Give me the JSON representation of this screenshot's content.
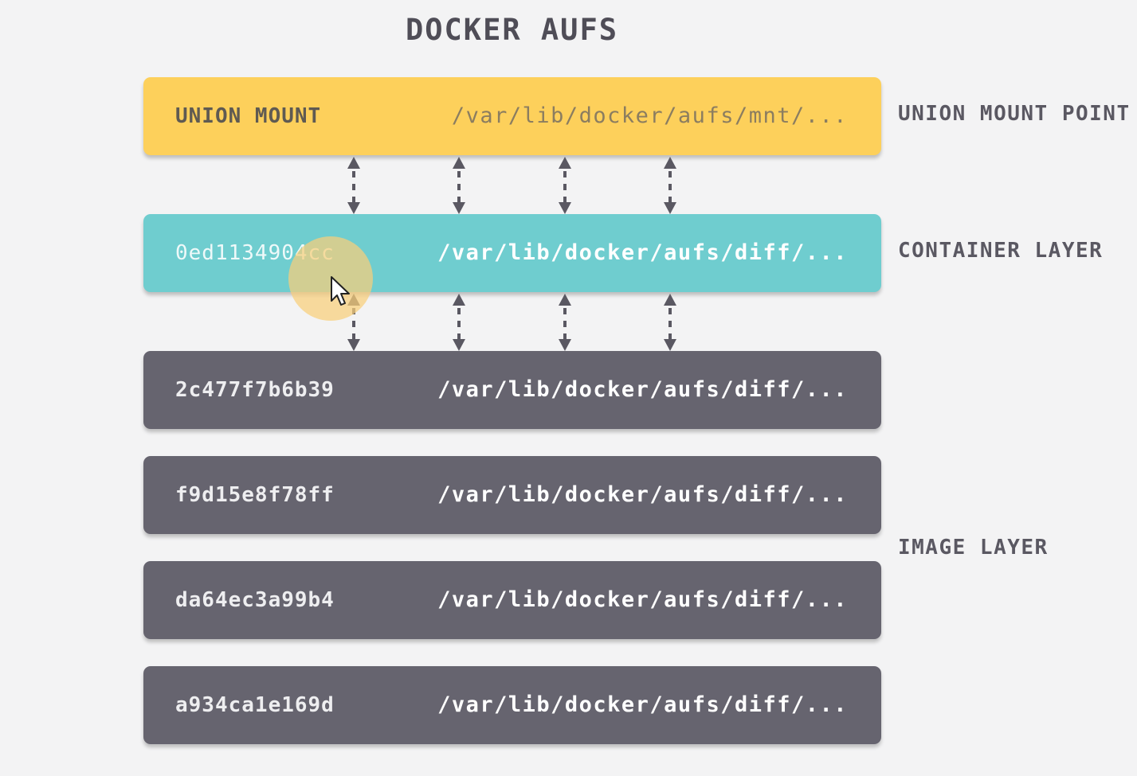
{
  "title": "DOCKER AUFS",
  "union_mount": {
    "id": "UNION MOUNT",
    "path": "/var/lib/docker/aufs/mnt/...",
    "label": "UNION MOUNT POINT",
    "color": "#fdd05b"
  },
  "container_layer": {
    "id": "0ed1134904cc",
    "path": "/var/lib/docker/aufs/diff/...",
    "label": "CONTAINER LAYER",
    "color": "#6fcdcf"
  },
  "image_layers": {
    "label": "IMAGE LAYER",
    "color": "#66646f",
    "items": [
      {
        "id": "2c477f7b6b39",
        "path": "/var/lib/docker/aufs/diff/..."
      },
      {
        "id": "f9d15e8f78ff",
        "path": "/var/lib/docker/aufs/diff/..."
      },
      {
        "id": "da64ec3a99b4",
        "path": "/var/lib/docker/aufs/diff/..."
      },
      {
        "id": "a934ca1e169d",
        "path": "/var/lib/docker/aufs/diff/..."
      }
    ]
  },
  "connectors": {
    "style": "dashed double-headed arrows",
    "color": "#5a5862",
    "count_per_gap": 4
  },
  "cursor": {
    "icon": "mouse-pointer-icon",
    "highlight_color": "#f8ce7a"
  }
}
